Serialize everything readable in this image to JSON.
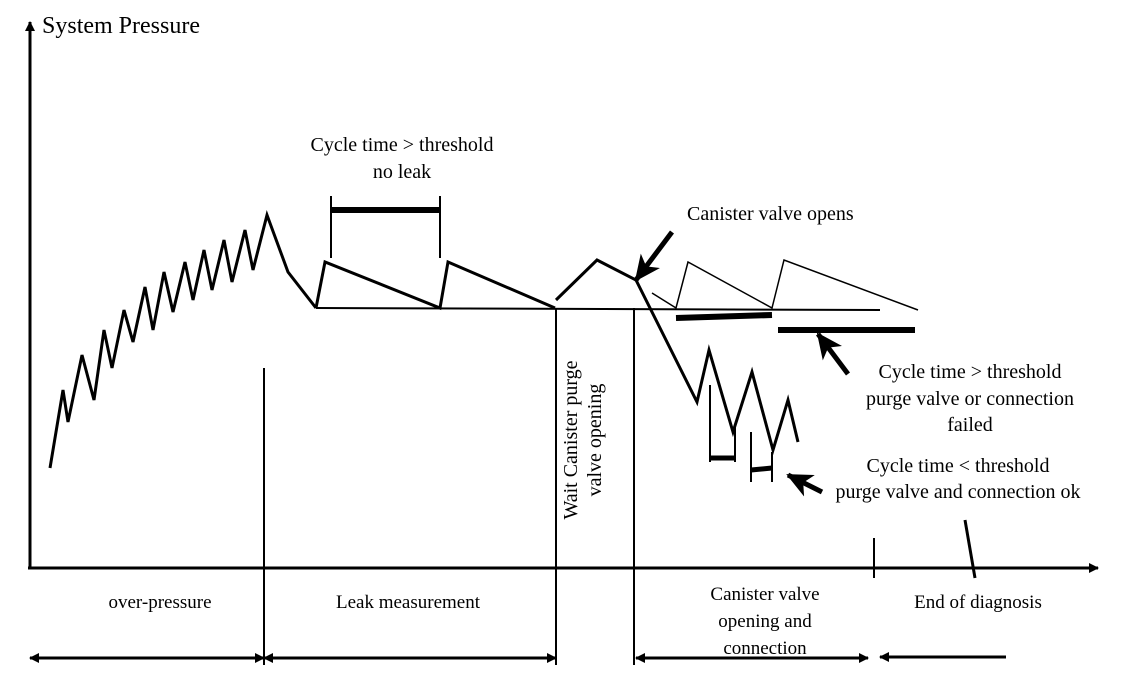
{
  "y_axis_label": "System Pressure",
  "annotations": {
    "no_leak": [
      "Cycle time > threshold",
      "no leak"
    ],
    "canister_opens": "Canister  valve opens",
    "purge_failed": [
      "Cycle time > threshold",
      "purge valve or connection",
      "failed"
    ],
    "purge_ok": [
      "Cycle time < threshold",
      "purge valve and connection  ok"
    ],
    "wait_canister": [
      "Wait Canister purge",
      "valve opening"
    ]
  },
  "phases": {
    "over_pressure": "over-pressure",
    "leak_measurement": "Leak measurement",
    "canister_opening": [
      "Canister valve",
      "opening and",
      "connection"
    ],
    "end_of_diagnosis": "End of diagnosis"
  },
  "colors": {
    "line": "#000000",
    "background": "#ffffff"
  }
}
